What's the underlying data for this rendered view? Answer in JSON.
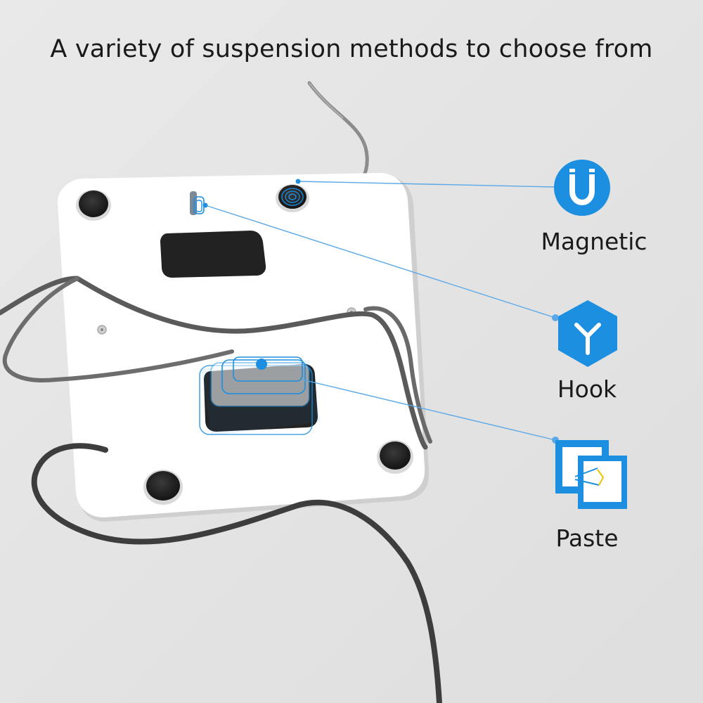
{
  "headline": "A variety of suspension methods to choose from",
  "methods": [
    {
      "label": "Magnetic",
      "icon": "magnet-icon"
    },
    {
      "label": "Hook",
      "icon": "hook-icon"
    },
    {
      "label": "Paste",
      "icon": "adhesive-paste-icon"
    }
  ],
  "colors": {
    "background": "#e4e4e4",
    "accent": "#1c8fe0",
    "device": "#ffffff",
    "cable": "#4a4a4a",
    "pad": "#1f1f1f"
  }
}
